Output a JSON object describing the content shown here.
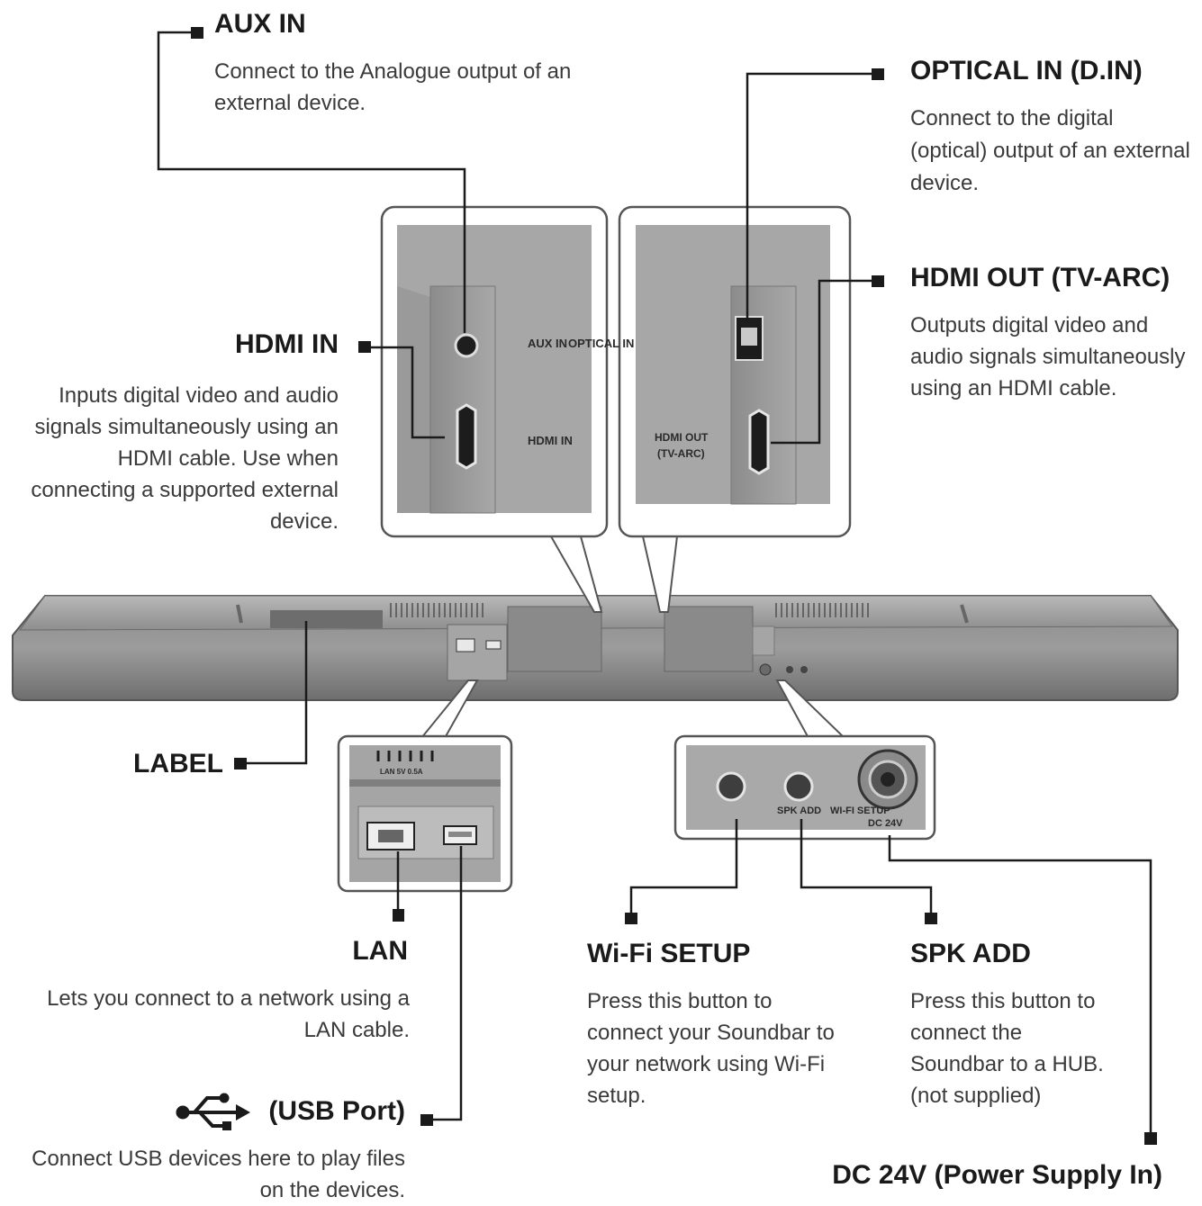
{
  "callouts": {
    "aux_in": {
      "title": "AUX IN",
      "lines": [
        "Connect to the Analogue output of an",
        "external device."
      ]
    },
    "optical_in": {
      "title": "OPTICAL IN (D.IN)",
      "lines": [
        "Connect to the digital",
        "(optical) output of an external",
        "device."
      ]
    },
    "hdmi_out": {
      "title": "HDMI OUT (TV-ARC)",
      "lines": [
        "Outputs digital video and",
        "audio signals simultaneously",
        "using an HDMI cable."
      ]
    },
    "hdmi_in": {
      "title": "HDMI IN",
      "lines": [
        "Inputs digital video and audio",
        "signals simultaneously using an",
        "HDMI cable. Use when",
        "connecting a supported external",
        "device."
      ]
    },
    "label": {
      "title": "LABEL"
    },
    "lan": {
      "title": "LAN",
      "lines": [
        "Lets you connect to a network using a",
        "LAN cable."
      ]
    },
    "usb": {
      "title": "(USB Port)",
      "lines": [
        "Connect USB devices here to play files",
        "on the devices."
      ]
    },
    "wifi_setup": {
      "title": "Wi-Fi SETUP",
      "lines": [
        "Press this button to",
        "connect your Soundbar to",
        "your network using Wi-Fi",
        "setup."
      ]
    },
    "spk_add": {
      "title": "SPK ADD",
      "lines": [
        "Press this button to",
        "connect the",
        "Soundbar to a HUB.",
        "(not supplied)"
      ]
    },
    "dc_24v": {
      "title": "DC 24V (Power Supply In)"
    }
  },
  "panel_labels": {
    "aux_in": "AUX IN",
    "optical_in": "OPTICAL IN",
    "hdmi_in": "HDMI IN",
    "hdmi_out_line1": "HDMI OUT",
    "hdmi_out_line2": "(TV-ARC)",
    "lan_usb": "LAN  5V 0.5A",
    "spk_add": "SPK ADD",
    "wifi_setup": "WI-FI SETUP",
    "dc_24v": "DC 24V"
  },
  "icons": {
    "usb": "usb-icon"
  }
}
